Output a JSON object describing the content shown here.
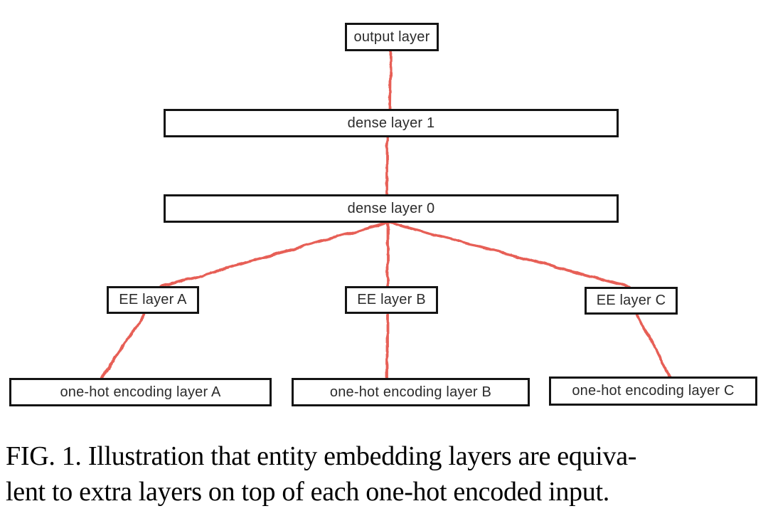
{
  "figure": {
    "kind": "neural-network-diagram",
    "background_color": "#ffffff",
    "box_border_color": "#141414",
    "box_label_color": "#2b2b2b",
    "edge_color": "#e75f57"
  },
  "diagram": {
    "nodes": {
      "output": {
        "label": "output layer"
      },
      "dense1": {
        "label": "dense layer 1"
      },
      "dense0": {
        "label": "dense layer 0"
      },
      "ee_a": {
        "label": "EE layer A"
      },
      "ee_b": {
        "label": "EE layer B"
      },
      "ee_c": {
        "label": "EE layer C"
      },
      "onehot_a": {
        "label": "one-hot encoding layer A"
      },
      "onehot_b": {
        "label": "one-hot encoding layer B"
      },
      "onehot_c": {
        "label": "one-hot encoding layer C"
      }
    },
    "edges": [
      {
        "from": "output",
        "to": "dense1"
      },
      {
        "from": "dense1",
        "to": "dense0"
      },
      {
        "from": "dense0",
        "to": "ee_a"
      },
      {
        "from": "dense0",
        "to": "ee_b"
      },
      {
        "from": "dense0",
        "to": "ee_c"
      },
      {
        "from": "ee_a",
        "to": "onehot_a"
      },
      {
        "from": "ee_b",
        "to": "onehot_b"
      },
      {
        "from": "ee_c",
        "to": "onehot_c"
      }
    ]
  },
  "caption": {
    "label": "FIG. 1.",
    "line1": "FIG. 1. Illustration that entity embedding layers are equiva-",
    "line2": "lent to extra layers on top of each one-hot encoded input."
  }
}
